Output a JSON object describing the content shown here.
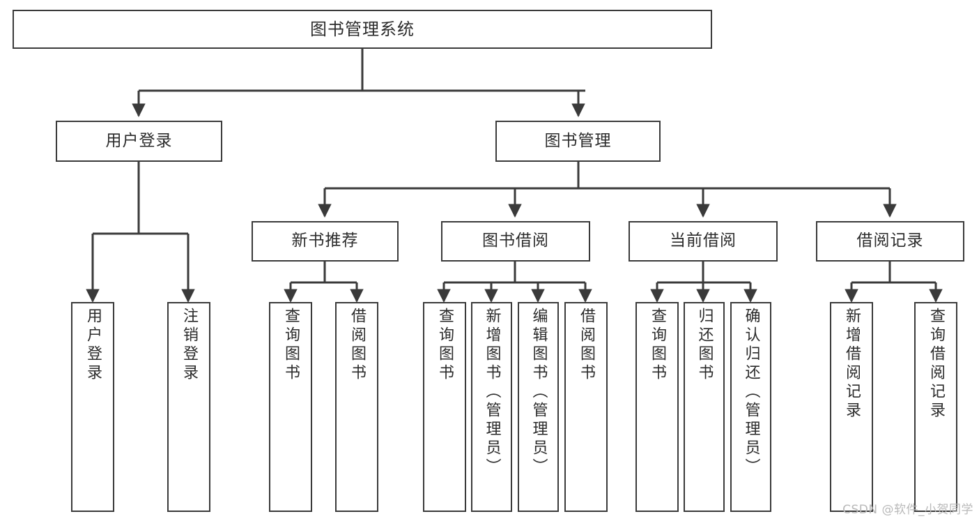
{
  "diagram": {
    "title": "图书管理系统",
    "watermark": "CSDN @软件_小贺同学",
    "colors": {
      "stroke": "#3a3a3a",
      "text": "#2b2b2b",
      "background": "#ffffff",
      "watermark": "#b9b9b9"
    },
    "nodes": {
      "root": {
        "label": "图书管理系统"
      },
      "level1": [
        {
          "label": "用户登录"
        },
        {
          "label": "图书管理"
        }
      ],
      "level2": [
        {
          "label": "新书推荐"
        },
        {
          "label": "图书借阅"
        },
        {
          "label": "当前借阅"
        },
        {
          "label": "借阅记录"
        }
      ],
      "leaves": {
        "user_login": [
          {
            "label": "用户登录"
          },
          {
            "label": "注销登录"
          }
        ],
        "new_books": [
          {
            "label": "查询图书"
          },
          {
            "label": "借阅图书"
          }
        ],
        "borrow": [
          {
            "label": "查询图书"
          },
          {
            "label": "新增图书（管理员）"
          },
          {
            "label": "编辑图书（管理员）"
          },
          {
            "label": "借阅图书"
          }
        ],
        "current": [
          {
            "label": "查询图书"
          },
          {
            "label": "归还图书"
          },
          {
            "label": "确认归还（管理员）"
          }
        ],
        "records": [
          {
            "label": "新增借阅记录"
          },
          {
            "label": "查询借阅记录"
          }
        ]
      }
    }
  }
}
